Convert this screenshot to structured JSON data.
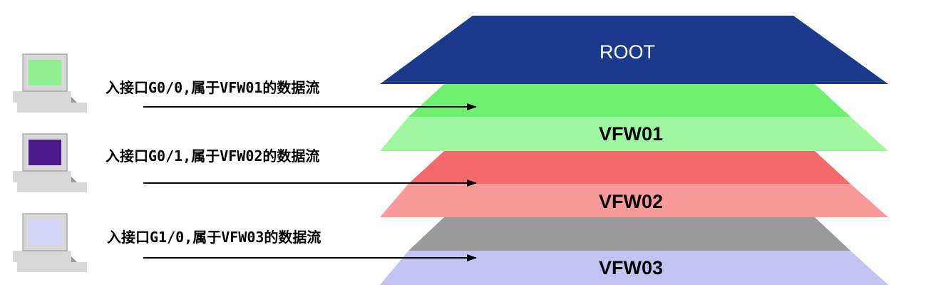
{
  "layers": [
    {
      "id": "root",
      "label": "ROOT",
      "top_color": "#1c3a8c",
      "bottom_color": "#1c3a8c",
      "text_color": "#ffffff"
    },
    {
      "id": "vfw01",
      "label": "VFW01",
      "top_color": "#6ef06e",
      "bottom_color": "#9ff89f",
      "text_color": "#000000"
    },
    {
      "id": "vfw02",
      "label": "VFW02",
      "top_color": "#f46a6a",
      "bottom_color": "#f89a9a",
      "text_color": "#000000"
    },
    {
      "id": "vfw03",
      "label": "VFW03",
      "top_color": "#9a9a9a",
      "bottom_color": "#c4c4f4",
      "text_color": "#000000"
    }
  ],
  "flows": [
    {
      "label": "入接口G0/0,属于VFW01的数据流",
      "screen_color": "#90f090"
    },
    {
      "label": "入接口G0/1,属于VFW02的数据流",
      "screen_color": "#4a1a8a"
    },
    {
      "label": "入接口G1/0,属于VFW03的数据流",
      "screen_color": "#d4d4f8"
    }
  ],
  "colors": {
    "arrow": "#000000",
    "computer_body": "#d8d8d8",
    "computer_shadow": "#9a9a9a"
  }
}
